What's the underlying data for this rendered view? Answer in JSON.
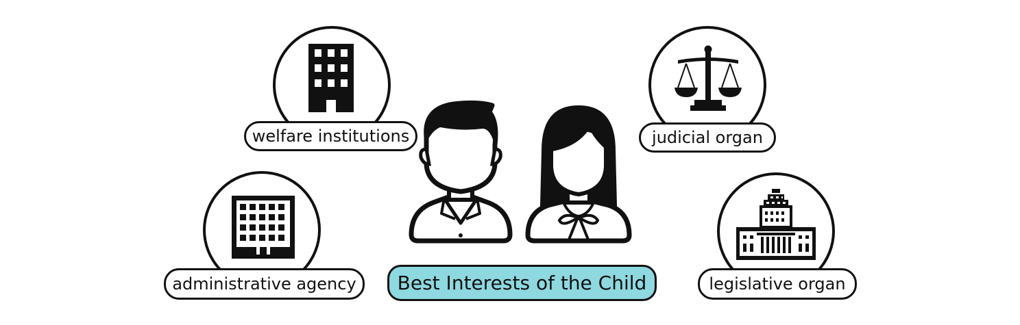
{
  "diagram": {
    "center_label": "Best Interests of the Child",
    "center_color": "#8ed8e0",
    "nodes": [
      {
        "id": "welfare",
        "label": "welfare institutions",
        "icon": "building-icon"
      },
      {
        "id": "admin",
        "label": "administrative agency",
        "icon": "office-building-icon"
      },
      {
        "id": "judicial",
        "label": "judicial organ",
        "icon": "scales-of-justice-icon"
      },
      {
        "id": "legislative",
        "label": "legislative organ",
        "icon": "capitol-building-icon"
      }
    ],
    "figures": [
      "boy-silhouette-icon",
      "girl-silhouette-icon"
    ]
  }
}
